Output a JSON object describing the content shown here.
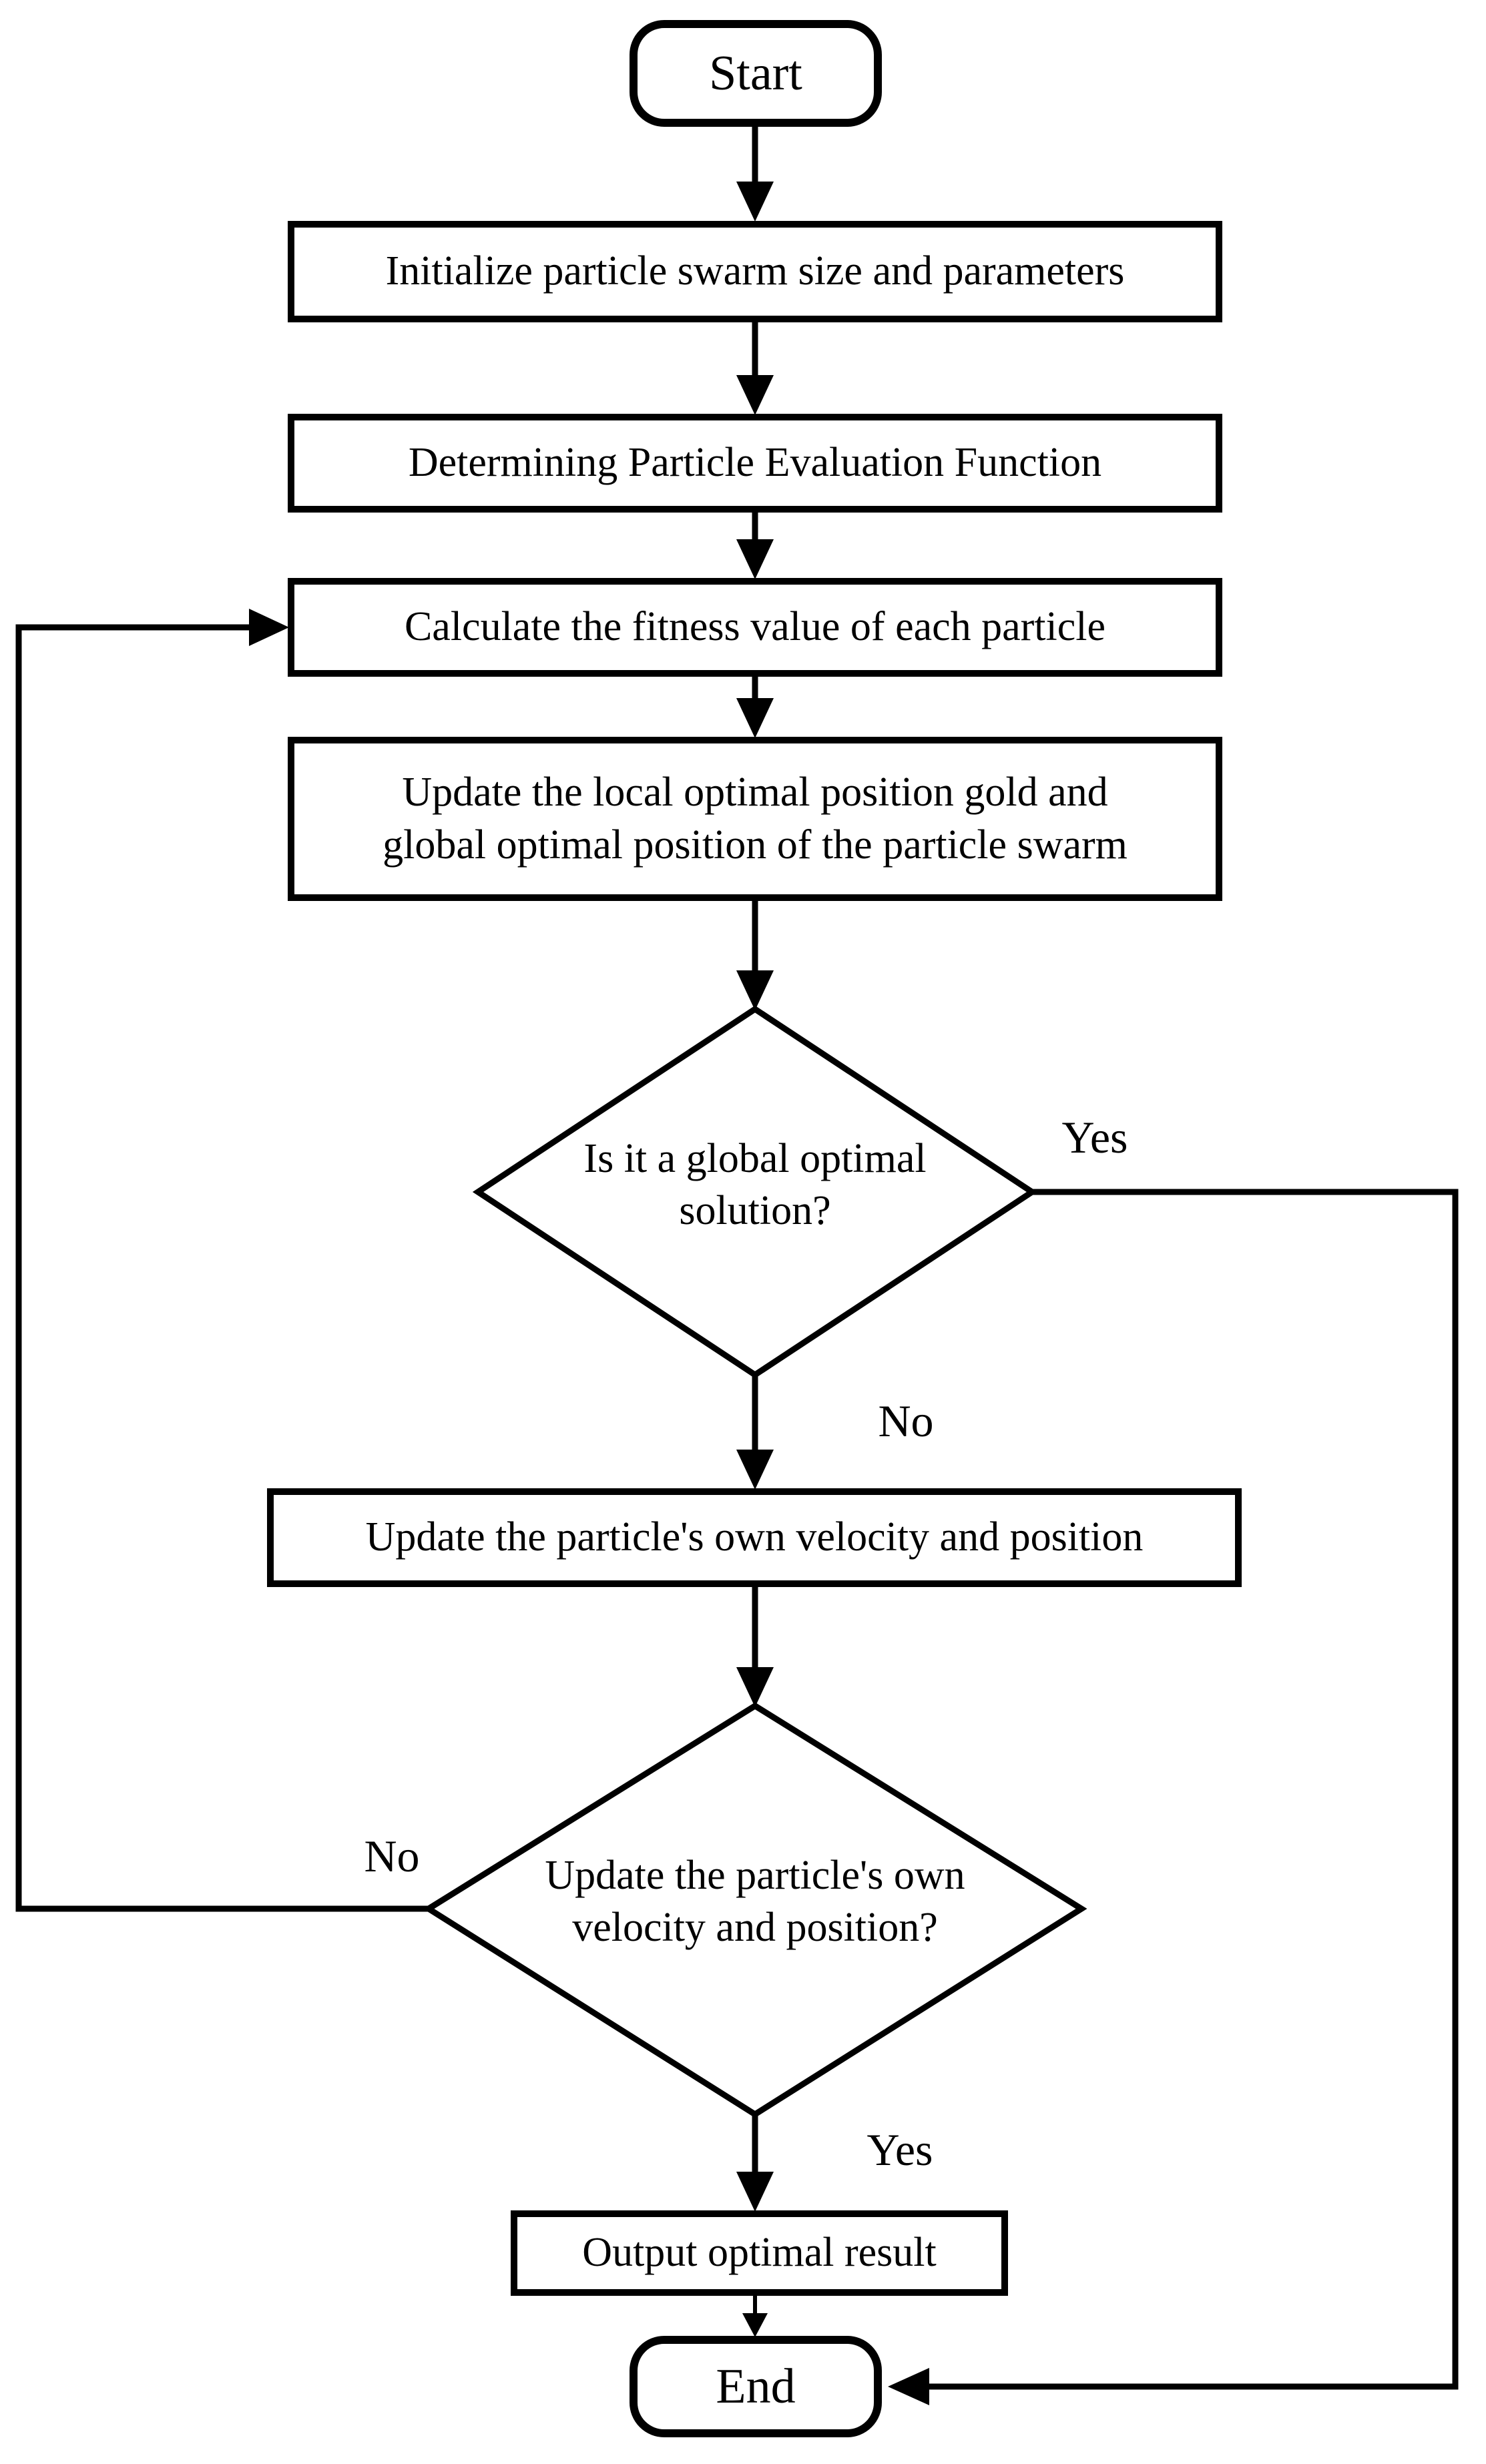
{
  "diagram": {
    "colors": {
      "line": "#000000",
      "background": "#ffffff"
    },
    "nodes": {
      "start": {
        "type": "terminator",
        "label": "Start"
      },
      "init": {
        "type": "process",
        "label": "Initialize particle swarm size and parameters"
      },
      "determine_eval": {
        "type": "process",
        "label": "Determining Particle Evaluation Function"
      },
      "calc_fitness": {
        "type": "process",
        "label": "Calculate the fitness value of each particle"
      },
      "update_optimal": {
        "type": "process",
        "lines": [
          "Update the local optimal position gold and",
          "global optimal position of the particle swarm"
        ]
      },
      "decision_global": {
        "type": "decision",
        "lines": [
          "Is it a global optimal",
          "solution?"
        ]
      },
      "update_velocity": {
        "type": "process",
        "label": "Update the particle's own velocity and position"
      },
      "decision_velocity": {
        "type": "decision",
        "lines": [
          "Update the particle's own",
          "velocity and position?"
        ]
      },
      "output_result": {
        "type": "process",
        "label": "Output optimal result"
      },
      "end": {
        "type": "terminator",
        "label": "End"
      }
    },
    "edge_labels": {
      "global_yes": "Yes",
      "global_no": "No",
      "velocity_no": "No",
      "velocity_yes": "Yes"
    }
  }
}
